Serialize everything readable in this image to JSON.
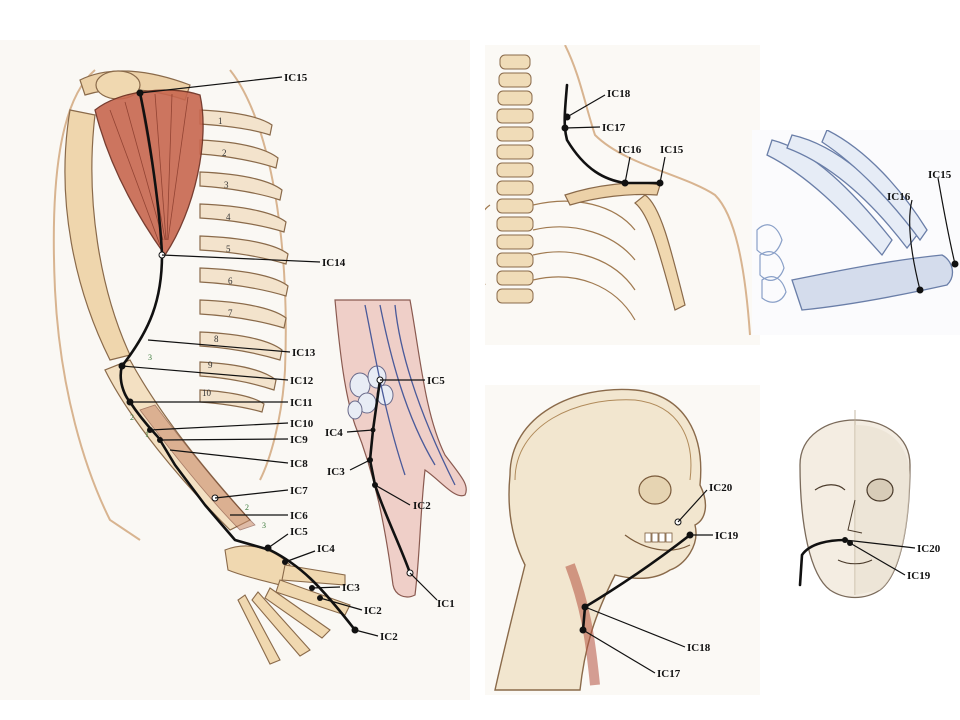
{
  "arm": {
    "labels": [
      "IC15",
      "IC14",
      "IC13",
      "IC12",
      "IC11",
      "IC10",
      "IC9",
      "IC8",
      "IC7",
      "IC6",
      "IC5",
      "IC4",
      "IC3",
      "IC2",
      "IC2"
    ],
    "rib_numbers": [
      "1",
      "2",
      "3",
      "4",
      "5",
      "6",
      "7",
      "8",
      "9",
      "10"
    ],
    "muscle_numbers": [
      "3",
      "2",
      "1",
      "2",
      "3"
    ]
  },
  "hand": {
    "labels": [
      "IC5",
      "IC4",
      "IC3",
      "IC2",
      "IC1"
    ]
  },
  "neck": {
    "labels": [
      "IC18",
      "IC17",
      "IC16",
      "IC15"
    ]
  },
  "clavicle": {
    "labels": [
      "IC16",
      "IC15"
    ]
  },
  "skull": {
    "labels": [
      "IC20",
      "IC19",
      "IC18",
      "IC17"
    ]
  },
  "face": {
    "labels": [
      "IC20",
      "IC19"
    ]
  },
  "colors": {
    "muscle": "#b5523f",
    "bone": "#e9c99a",
    "outline": "#7a5a3a",
    "meridian": "#111111",
    "clavicle_blue": "#8aa0c8"
  }
}
